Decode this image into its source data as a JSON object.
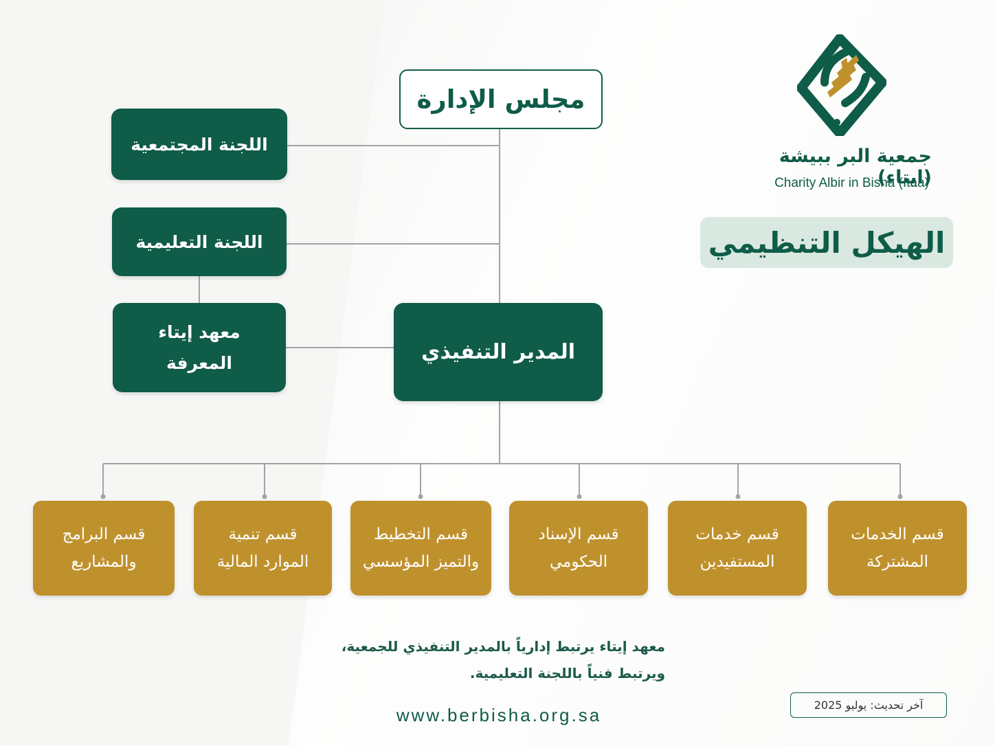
{
  "page_title": "الهيكل التنظيمي",
  "organization": {
    "name_ar": "جمعية البر ببيشة (ايتاء)",
    "name_en": "Charity Albir in Bisha (Itaa)"
  },
  "nodes": {
    "board": "مجلس الإدارة",
    "community_committee": "اللجنة المجتمعية",
    "education_committee": "اللجنة التعليمية",
    "institute_line1": "معهد إيتاء",
    "institute_line2": "المعرفة",
    "executive_director": "المدير التنفيذي"
  },
  "departments": [
    {
      "line1": "قسم البرامج",
      "line2": "والمشاريع"
    },
    {
      "line1": "قسم تنمية",
      "line2": "الموارد المالية"
    },
    {
      "line1": "قسم التخطيط",
      "line2": "والتميز المؤسسي"
    },
    {
      "line1": "قسم الإسناد",
      "line2": "الحكومي"
    },
    {
      "line1": "قسم خدمات",
      "line2": "المستفيدين"
    },
    {
      "line1": "قسم الخدمات",
      "line2": "المشتركة"
    }
  ],
  "note": {
    "line1": "معهد إيتاء يرتبط إدارياً بالمدير التنفيذي للجمعية،",
    "line2": "ويرتبط فنياً باللجنة التعليمية."
  },
  "website": "www.berbisha.org.sa",
  "last_updated": "آخر تحديث: يوليو 2025",
  "colors": {
    "primary_green": "#0f5c48",
    "gold": "#bf912d",
    "title_bg": "#d9e8e0",
    "connector": "#a3a3a3"
  },
  "icons": {
    "logo": "itaa-wheat-logo"
  }
}
